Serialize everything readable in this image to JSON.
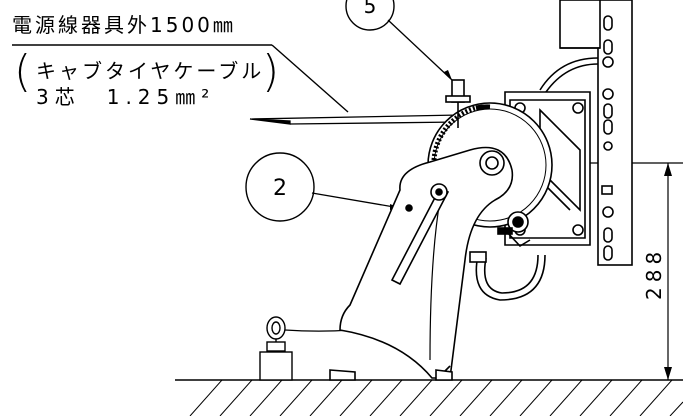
{
  "labels": {
    "cable_title": "電源線器具外1500㎜",
    "cable_spec_line1": "キャブタイヤケーブル",
    "cable_spec_line2": "3芯　1.25㎜²",
    "bracket_open": "(",
    "bracket_close": ")"
  },
  "callouts": {
    "item_5": "5",
    "item_2": "2"
  },
  "dimension": {
    "height_value": "288"
  },
  "colors": {
    "line": "#000000",
    "background": "#ffffff"
  }
}
